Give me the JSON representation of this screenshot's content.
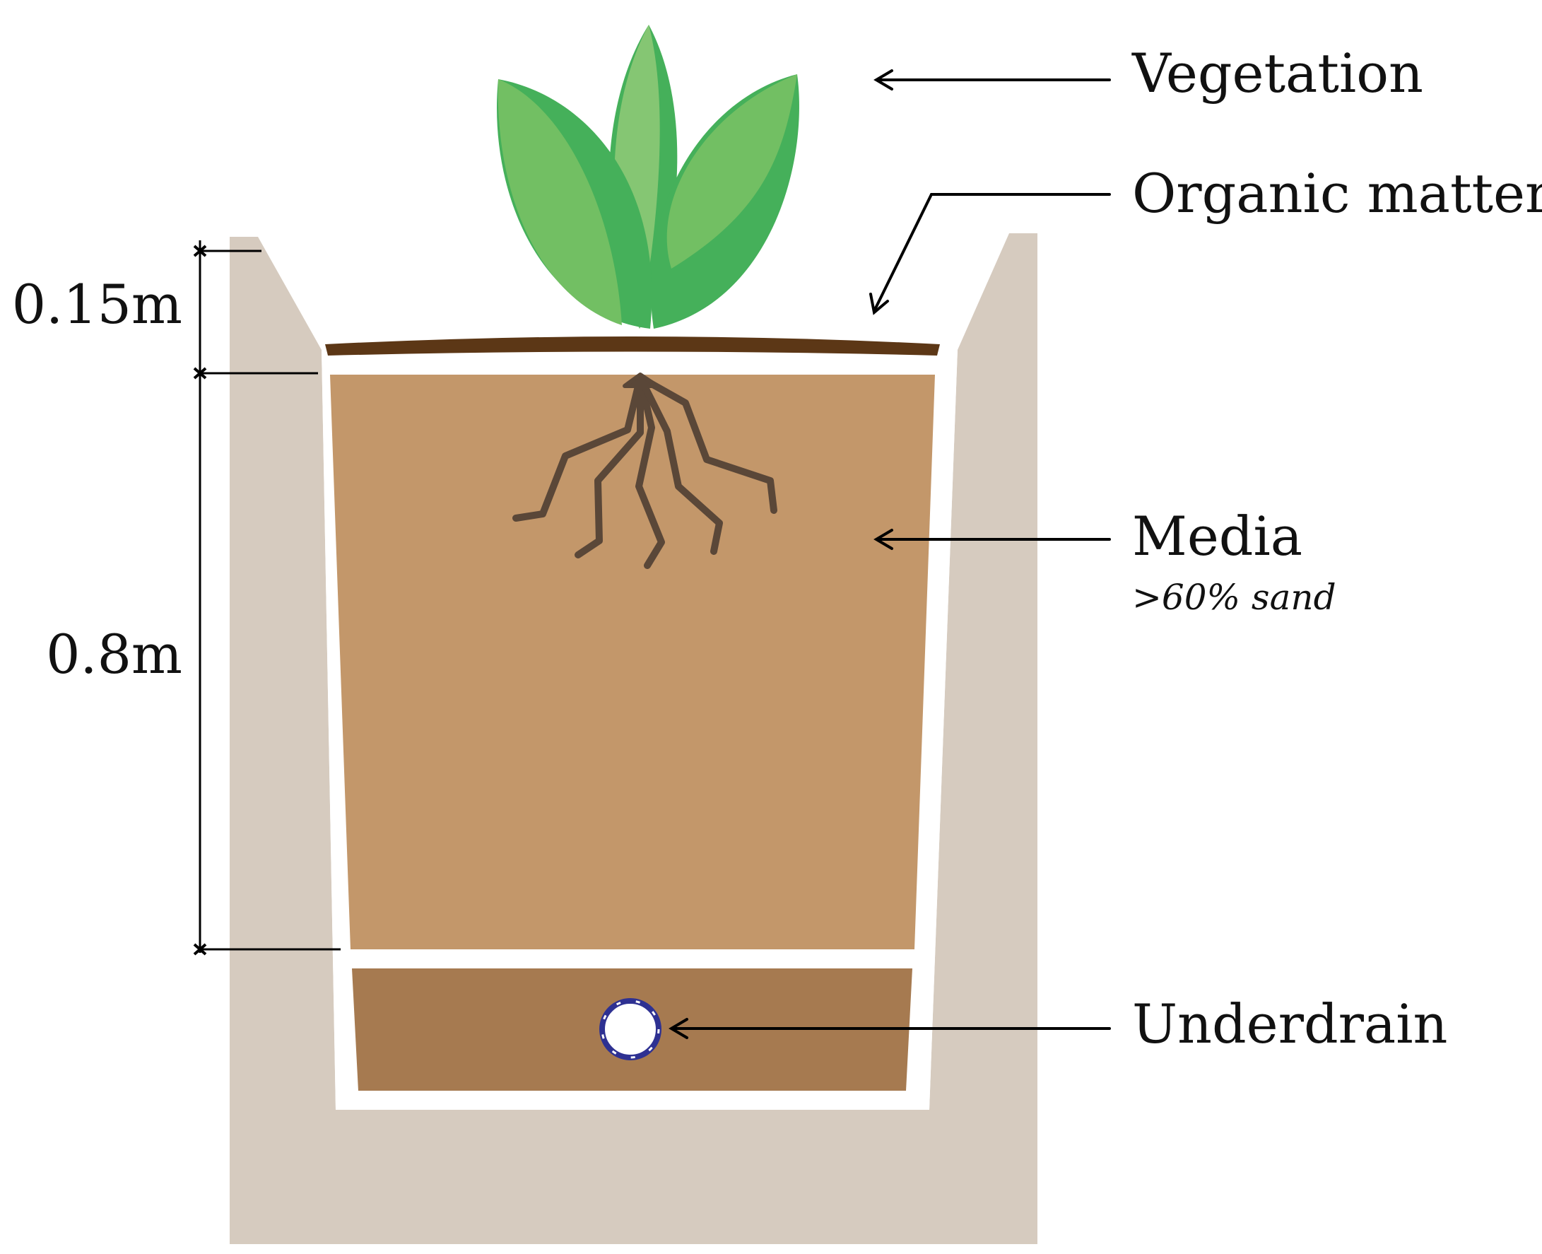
{
  "labels": {
    "vegetation": "Vegetation",
    "organic_matter": "Organic matter",
    "media": "Media",
    "media_note": ">60% sand",
    "underdrain": "Underdrain"
  },
  "dimensions": {
    "top_depth": "0.15m",
    "media_depth": "0.8m"
  },
  "colors": {
    "surrounding_soil": "#D6CBBF",
    "media": "#C3976A",
    "drainage_layer": "#A67A50",
    "organic_matter": "#5C3716",
    "roots": "#5A4738",
    "leaf_dark": "#45B05A",
    "leaf_light": "#72BF63",
    "leaf_mid": "#85C673",
    "pipe_ring": "#2E3192",
    "line": "#000000"
  }
}
